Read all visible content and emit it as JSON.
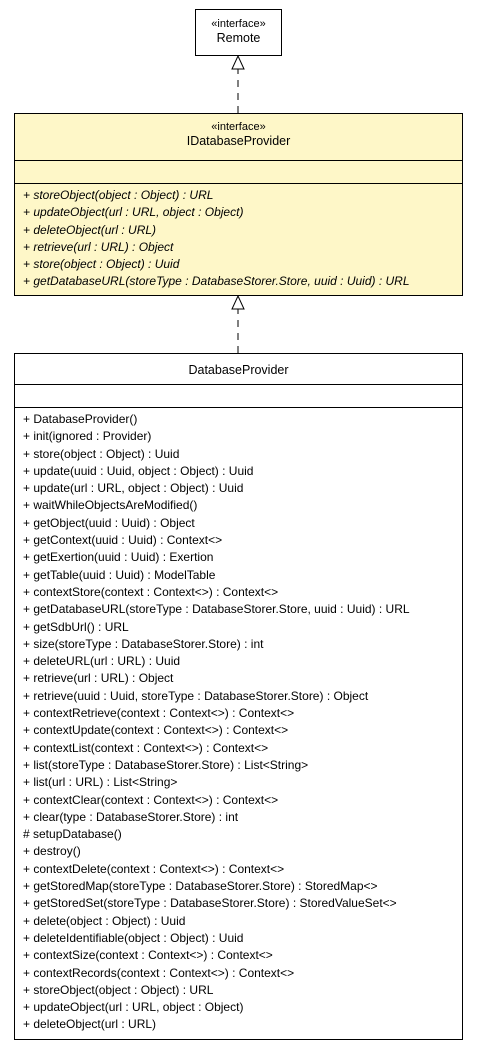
{
  "remote": {
    "stereotype": "«interface»",
    "name": "Remote"
  },
  "idatabase_provider": {
    "stereotype": "«interface»",
    "name": "IDatabaseProvider",
    "methods": [
      "+ storeObject(object : Object) : URL",
      "+ updateObject(url : URL, object : Object)",
      "+ deleteObject(url : URL)",
      "+ retrieve(url : URL) : Object",
      "+ store(object : Object) : Uuid",
      "+ getDatabaseURL(storeType : DatabaseStorer.Store, uuid : Uuid) : URL"
    ]
  },
  "database_provider": {
    "name": "DatabaseProvider",
    "methods": [
      "+ DatabaseProvider()",
      "+ init(ignored : Provider)",
      "+ store(object : Object) : Uuid",
      "+ update(uuid : Uuid, object : Object) : Uuid",
      "+ update(url : URL, object : Object) : Uuid",
      "+ waitWhileObjectsAreModified()",
      "+ getObject(uuid : Uuid) : Object",
      "+ getContext(uuid : Uuid) : Context<>",
      "+ getExertion(uuid : Uuid) : Exertion",
      "+ getTable(uuid : Uuid) : ModelTable",
      "+ contextStore(context : Context<>) : Context<>",
      "+ getDatabaseURL(storeType : DatabaseStorer.Store, uuid : Uuid) : URL",
      "+ getSdbUrl() : URL",
      "+ size(storeType : DatabaseStorer.Store) : int",
      "+ deleteURL(url : URL) : Uuid",
      "+ retrieve(url : URL) : Object",
      "+ retrieve(uuid : Uuid, storeType : DatabaseStorer.Store) : Object",
      "+ contextRetrieve(context : Context<>) : Context<>",
      "+ contextUpdate(context : Context<>) : Context<>",
      "+ contextList(context : Context<>) : Context<>",
      "+ list(storeType : DatabaseStorer.Store) : List<String>",
      "+ list(url : URL) : List<String>",
      "+ contextClear(context : Context<>) : Context<>",
      "+ clear(type : DatabaseStorer.Store) : int",
      "# setupDatabase()",
      "+ destroy()",
      "+ contextDelete(context : Context<>) : Context<>",
      "+ getStoredMap(storeType : DatabaseStorer.Store) : StoredMap<>",
      "+ getStoredSet(storeType : DatabaseStorer.Store) : StoredValueSet<>",
      "+ delete(object : Object) : Uuid",
      "+ deleteIdentifiable(object : Object) : Uuid",
      "+ contextSize(context : Context<>) : Context<>",
      "+ contextRecords(context : Context<>) : Context<>",
      "+ storeObject(object : Object) : URL",
      "+ updateObject(url : URL, object : Object)",
      "+ deleteObject(url : URL)"
    ]
  },
  "colors": {
    "interface_fill": "#fef7c8",
    "class_fill": "#ffffff",
    "line": "#000000"
  }
}
